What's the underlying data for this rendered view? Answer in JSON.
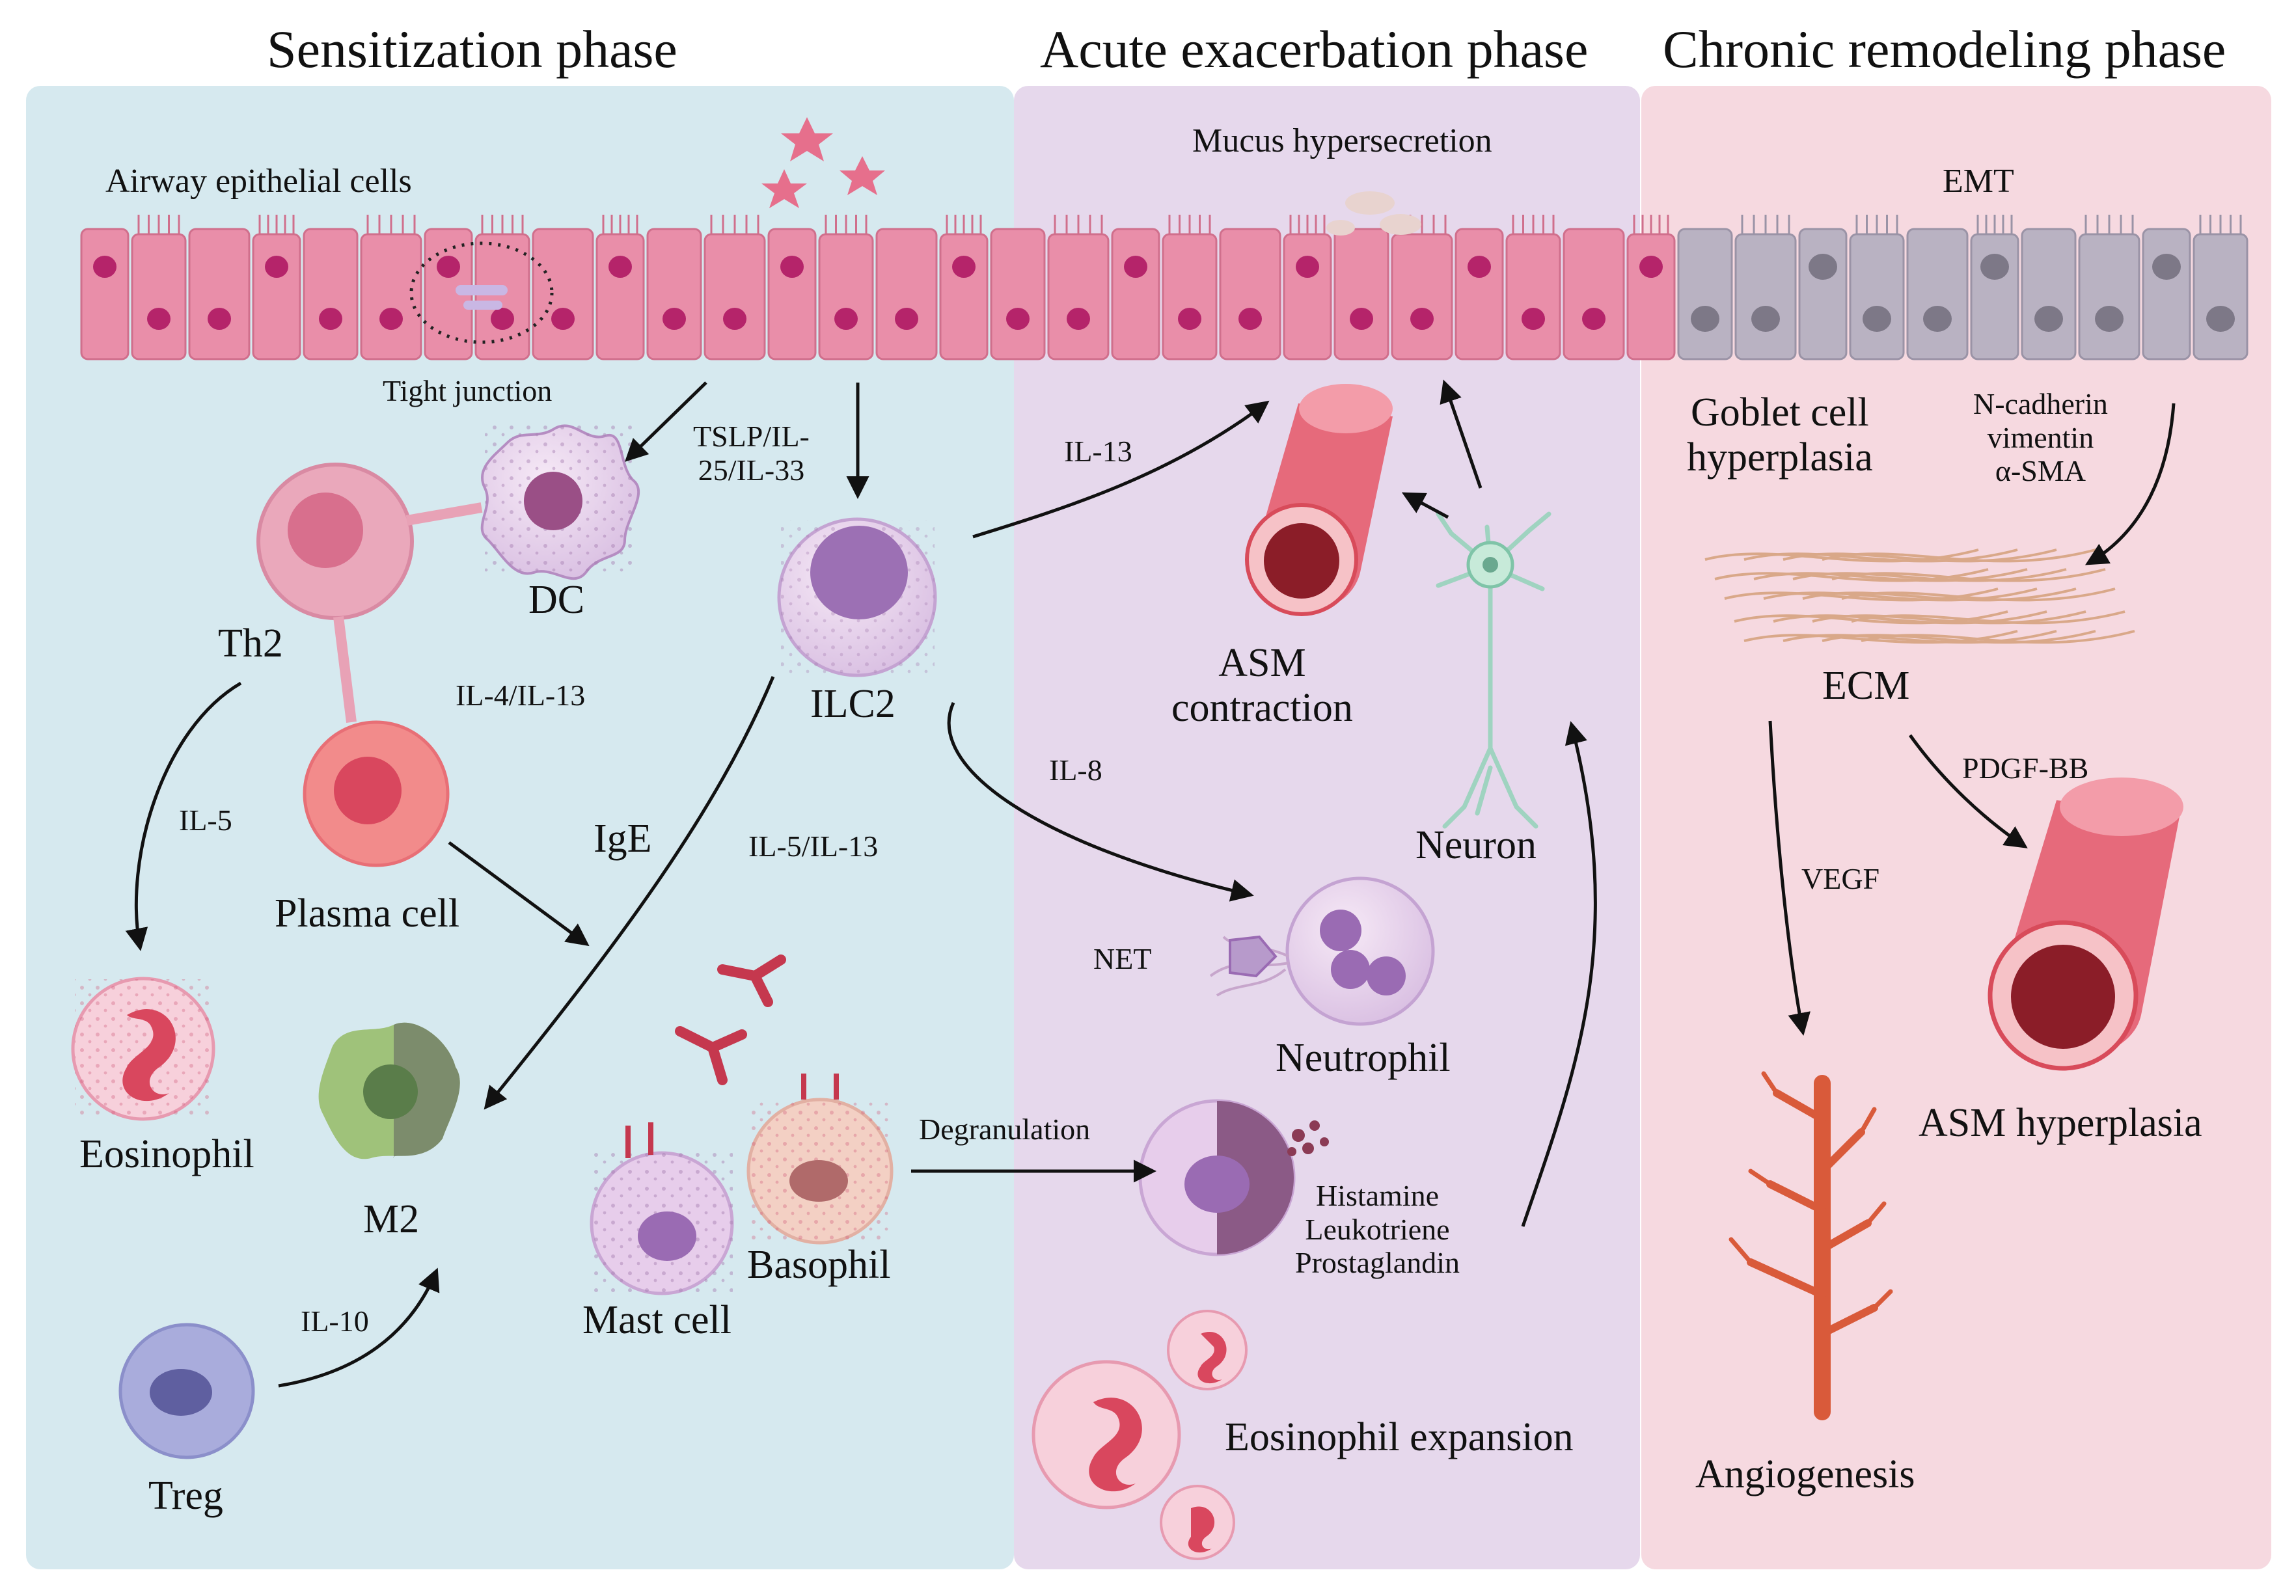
{
  "phases": {
    "sensitization": "Sensitization phase",
    "acute": "Acute exacerbation phase",
    "chronic": "Chronic remodeling phase"
  },
  "labels": {
    "airway_epithelial": "Airway epithelial cells",
    "tight_junction": "Tight junction",
    "tslp": "TSLP/IL-\n25/IL-33",
    "dc": "DC",
    "th2": "Th2",
    "ilc2": "ILC2",
    "il4_il13": "IL-4/IL-13",
    "il5_left": "IL-5",
    "plasma_cell": "Plasma cell",
    "ige": "IgE",
    "il5_il13": "IL-5/IL-13",
    "eosinophil": "Eosinophil",
    "m2": "M2",
    "mast_cell": "Mast cell",
    "basophil": "Basophil",
    "treg": "Treg",
    "il10": "IL-10",
    "mucus": "Mucus hypersecretion",
    "il13": "IL-13",
    "asm_contraction": "ASM\ncontraction",
    "neuron": "Neuron",
    "il8": "IL-8",
    "net": "NET",
    "neutrophil": "Neutrophil",
    "degranulation": "Degranulation",
    "mediators": "Histamine\nLeukotriene\nProstaglandin",
    "eos_expansion": "Eosinophil expansion",
    "emt": "EMT",
    "goblet": "Goblet cell\nhyperplasia",
    "emt_markers": "N-cadherin\nvimentin\nα-SMA",
    "ecm": "ECM",
    "pdgf": "PDGF-BB",
    "vegf": "VEGF",
    "asm_hyperplasia": "ASM hyperplasia",
    "angiogenesis": "Angiogenesis"
  },
  "colors": {
    "sensitization_bg": "#d6e9ef",
    "acute_bg": "#e6d8ec",
    "chronic_bg": "#f6d9e0",
    "epithelium": "#e98ea9",
    "epithelium_chronic": "#b9b2c2",
    "arrow": "#111111"
  }
}
